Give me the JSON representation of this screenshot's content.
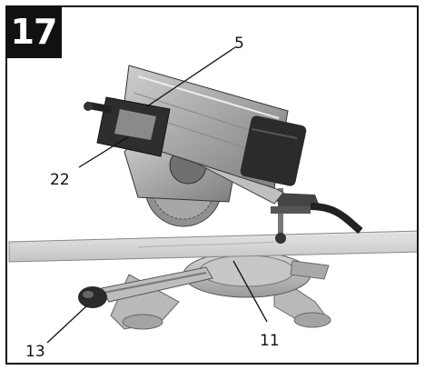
{
  "figure": {
    "number": "17"
  },
  "callouts": [
    {
      "id": "part-5",
      "label": "5"
    },
    {
      "id": "part-22",
      "label": "22"
    },
    {
      "id": "part-13",
      "label": "13"
    },
    {
      "id": "part-11",
      "label": "11"
    }
  ]
}
